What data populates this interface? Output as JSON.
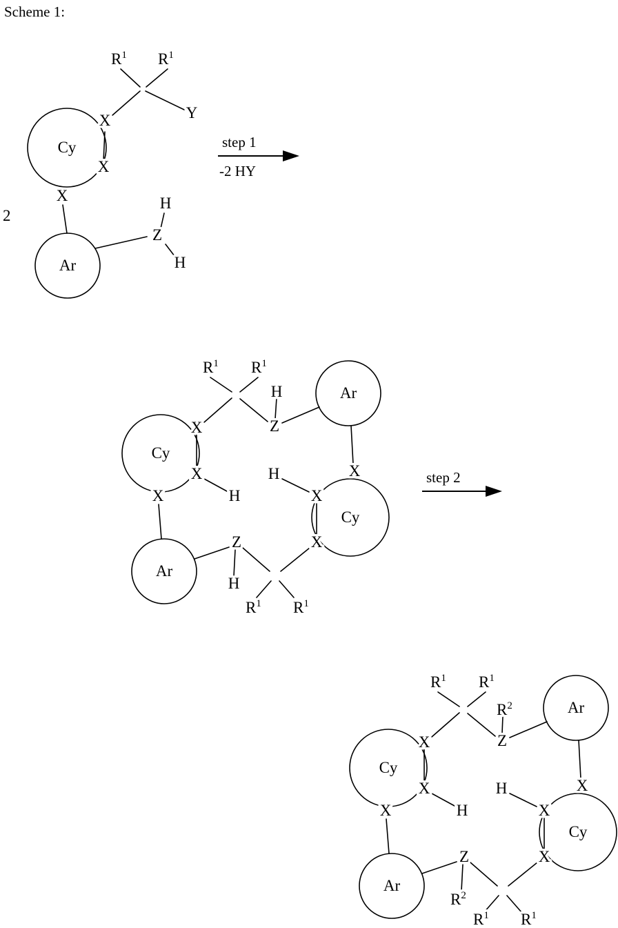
{
  "title": "Scheme 1:",
  "stoichiometry_coefficient": "2",
  "labels": {
    "cy": "Cy",
    "ar": "Ar",
    "x": "X",
    "y": "Y",
    "z": "Z",
    "h": "H",
    "r": "R",
    "sup1": "1",
    "sup2": "2"
  },
  "arrows": {
    "step1": {
      "label": "step 1",
      "byproduct": "-2 HY"
    },
    "step2": {
      "label": "step 2"
    }
  }
}
